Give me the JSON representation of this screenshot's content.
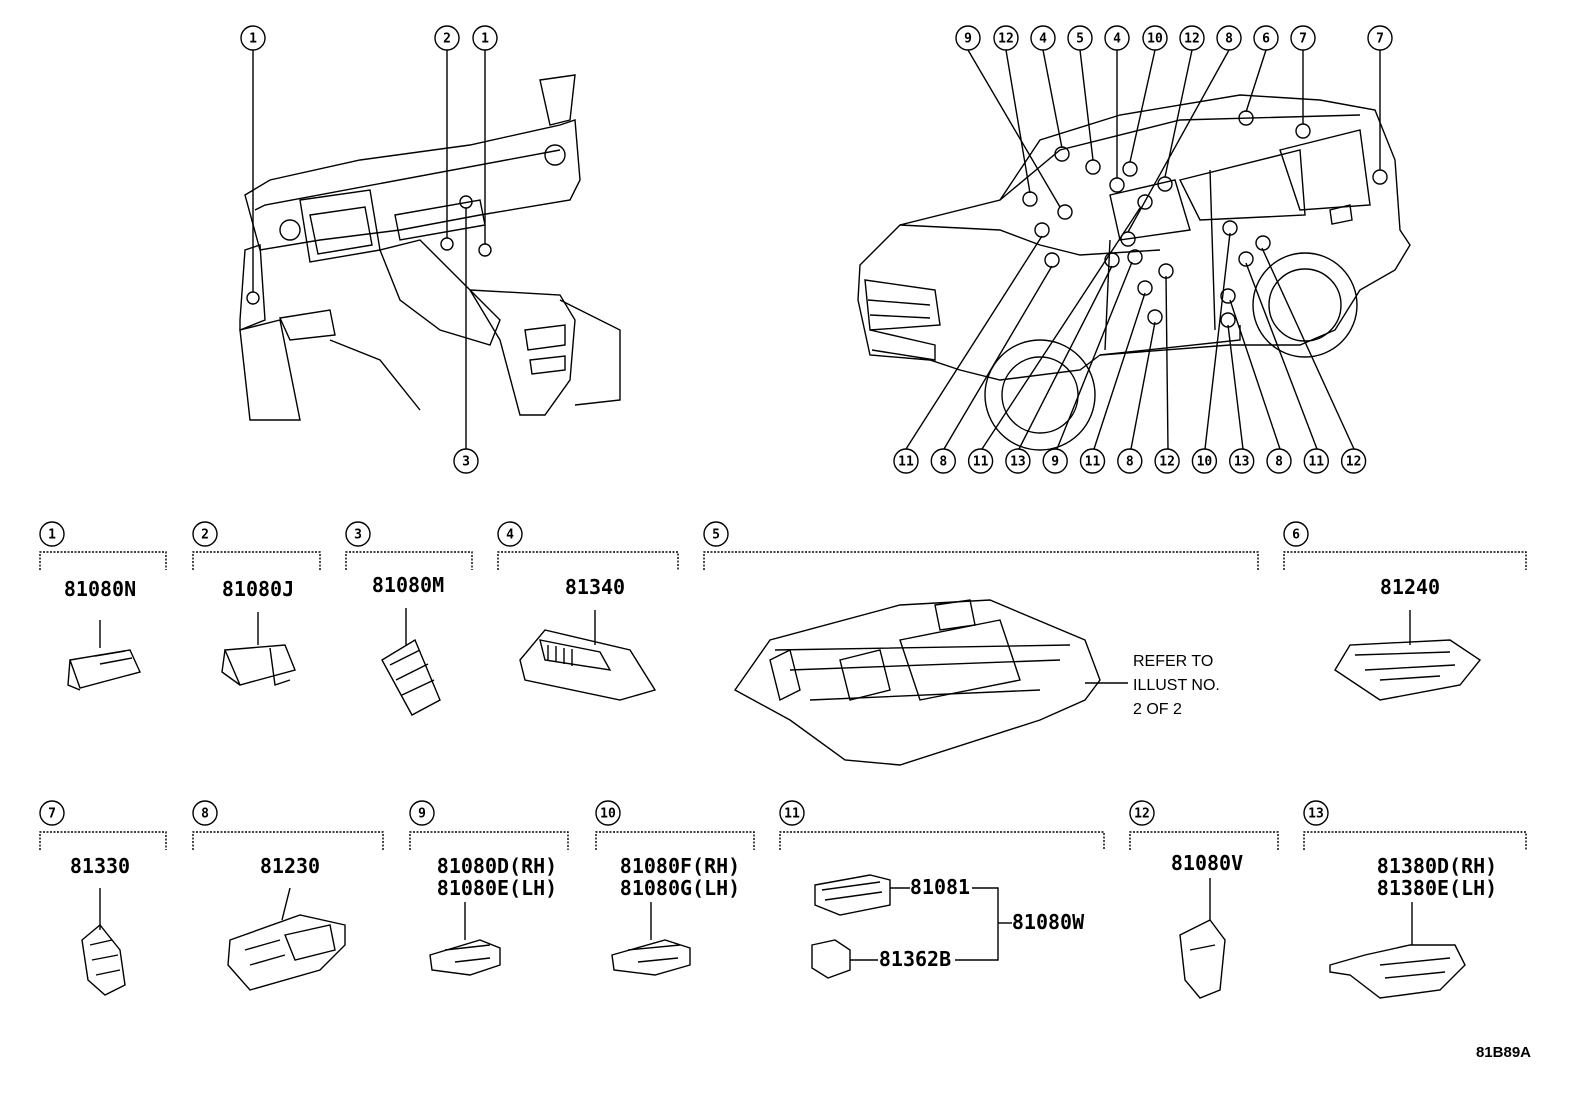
{
  "diagram_code": "81B89A",
  "refer_note": [
    "REFER TO",
    "ILLUST NO.",
    "2 OF 2"
  ],
  "interior_callouts_top": [
    "1",
    "2",
    "1"
  ],
  "interior_callouts_bottom": [
    "3"
  ],
  "exterior_callouts_top": [
    "9",
    "12",
    "4",
    "5",
    "4",
    "10",
    "12",
    "8",
    "6",
    "7",
    "7"
  ],
  "exterior_callouts_bottom": [
    "11",
    "8",
    "11",
    "13",
    "9",
    "11",
    "8",
    "12",
    "10",
    "13",
    "8",
    "11",
    "12"
  ],
  "sections": [
    {
      "num": "1",
      "parts": [
        "81080N"
      ]
    },
    {
      "num": "2",
      "parts": [
        "81080J"
      ]
    },
    {
      "num": "3",
      "parts": [
        "81080M"
      ]
    },
    {
      "num": "4",
      "parts": [
        "81340"
      ]
    },
    {
      "num": "5",
      "parts": []
    },
    {
      "num": "6",
      "parts": [
        "81240"
      ]
    },
    {
      "num": "7",
      "parts": [
        "81330"
      ]
    },
    {
      "num": "8",
      "parts": [
        "81230"
      ]
    },
    {
      "num": "9",
      "parts": [
        "81080D(RH)",
        "81080E(LH)"
      ]
    },
    {
      "num": "10",
      "parts": [
        "81080F(RH)",
        "81080G(LH)"
      ]
    },
    {
      "num": "11",
      "parts": [
        "81081",
        "81362B",
        "81080W"
      ]
    },
    {
      "num": "12",
      "parts": [
        "81080V"
      ]
    },
    {
      "num": "13",
      "parts": [
        "81380D(RH)",
        "81380E(LH)"
      ]
    }
  ]
}
